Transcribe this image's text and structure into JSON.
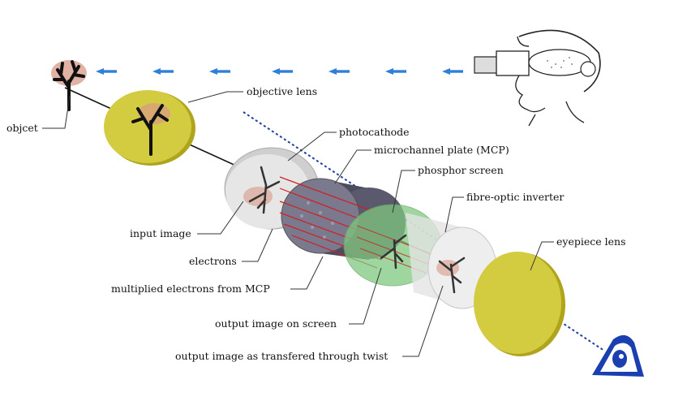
{
  "labels": {
    "object": "objcet",
    "objective_lens": "objective lens",
    "photocathode": "photocathode",
    "mcp": "microchannel plate (MCP)",
    "phosphor_screen": "phosphor screen",
    "fibre_optic_inverter": "fibre-optic inverter",
    "eyepiece_lens": "eyepiece lens",
    "input_image": "input image",
    "electrons": "electrons",
    "multiplied_electrons": "multiplied electrons from MCP",
    "output_image_screen": "output image on screen",
    "output_image_twist": "output image as transfered through twist"
  },
  "icons": {
    "object": "tree-icon",
    "viewer": "helmet-goggles-viewer-icon",
    "eye": "eye-icon",
    "direction": "blue-arrow-icon"
  },
  "colors": {
    "lens_yellow": "#c9c12a",
    "lens_edge": "#b0a41c",
    "photocathode": "#dcdcdc",
    "mcp": "#6b6a80",
    "phosphor": "#8fd08f",
    "inverter": "#ececec",
    "arrow_blue": "#2f7fd8",
    "eye_blue": "#1a3fb0",
    "electron_red": "#d02020",
    "axis_dotted": "#1f3f9f"
  }
}
